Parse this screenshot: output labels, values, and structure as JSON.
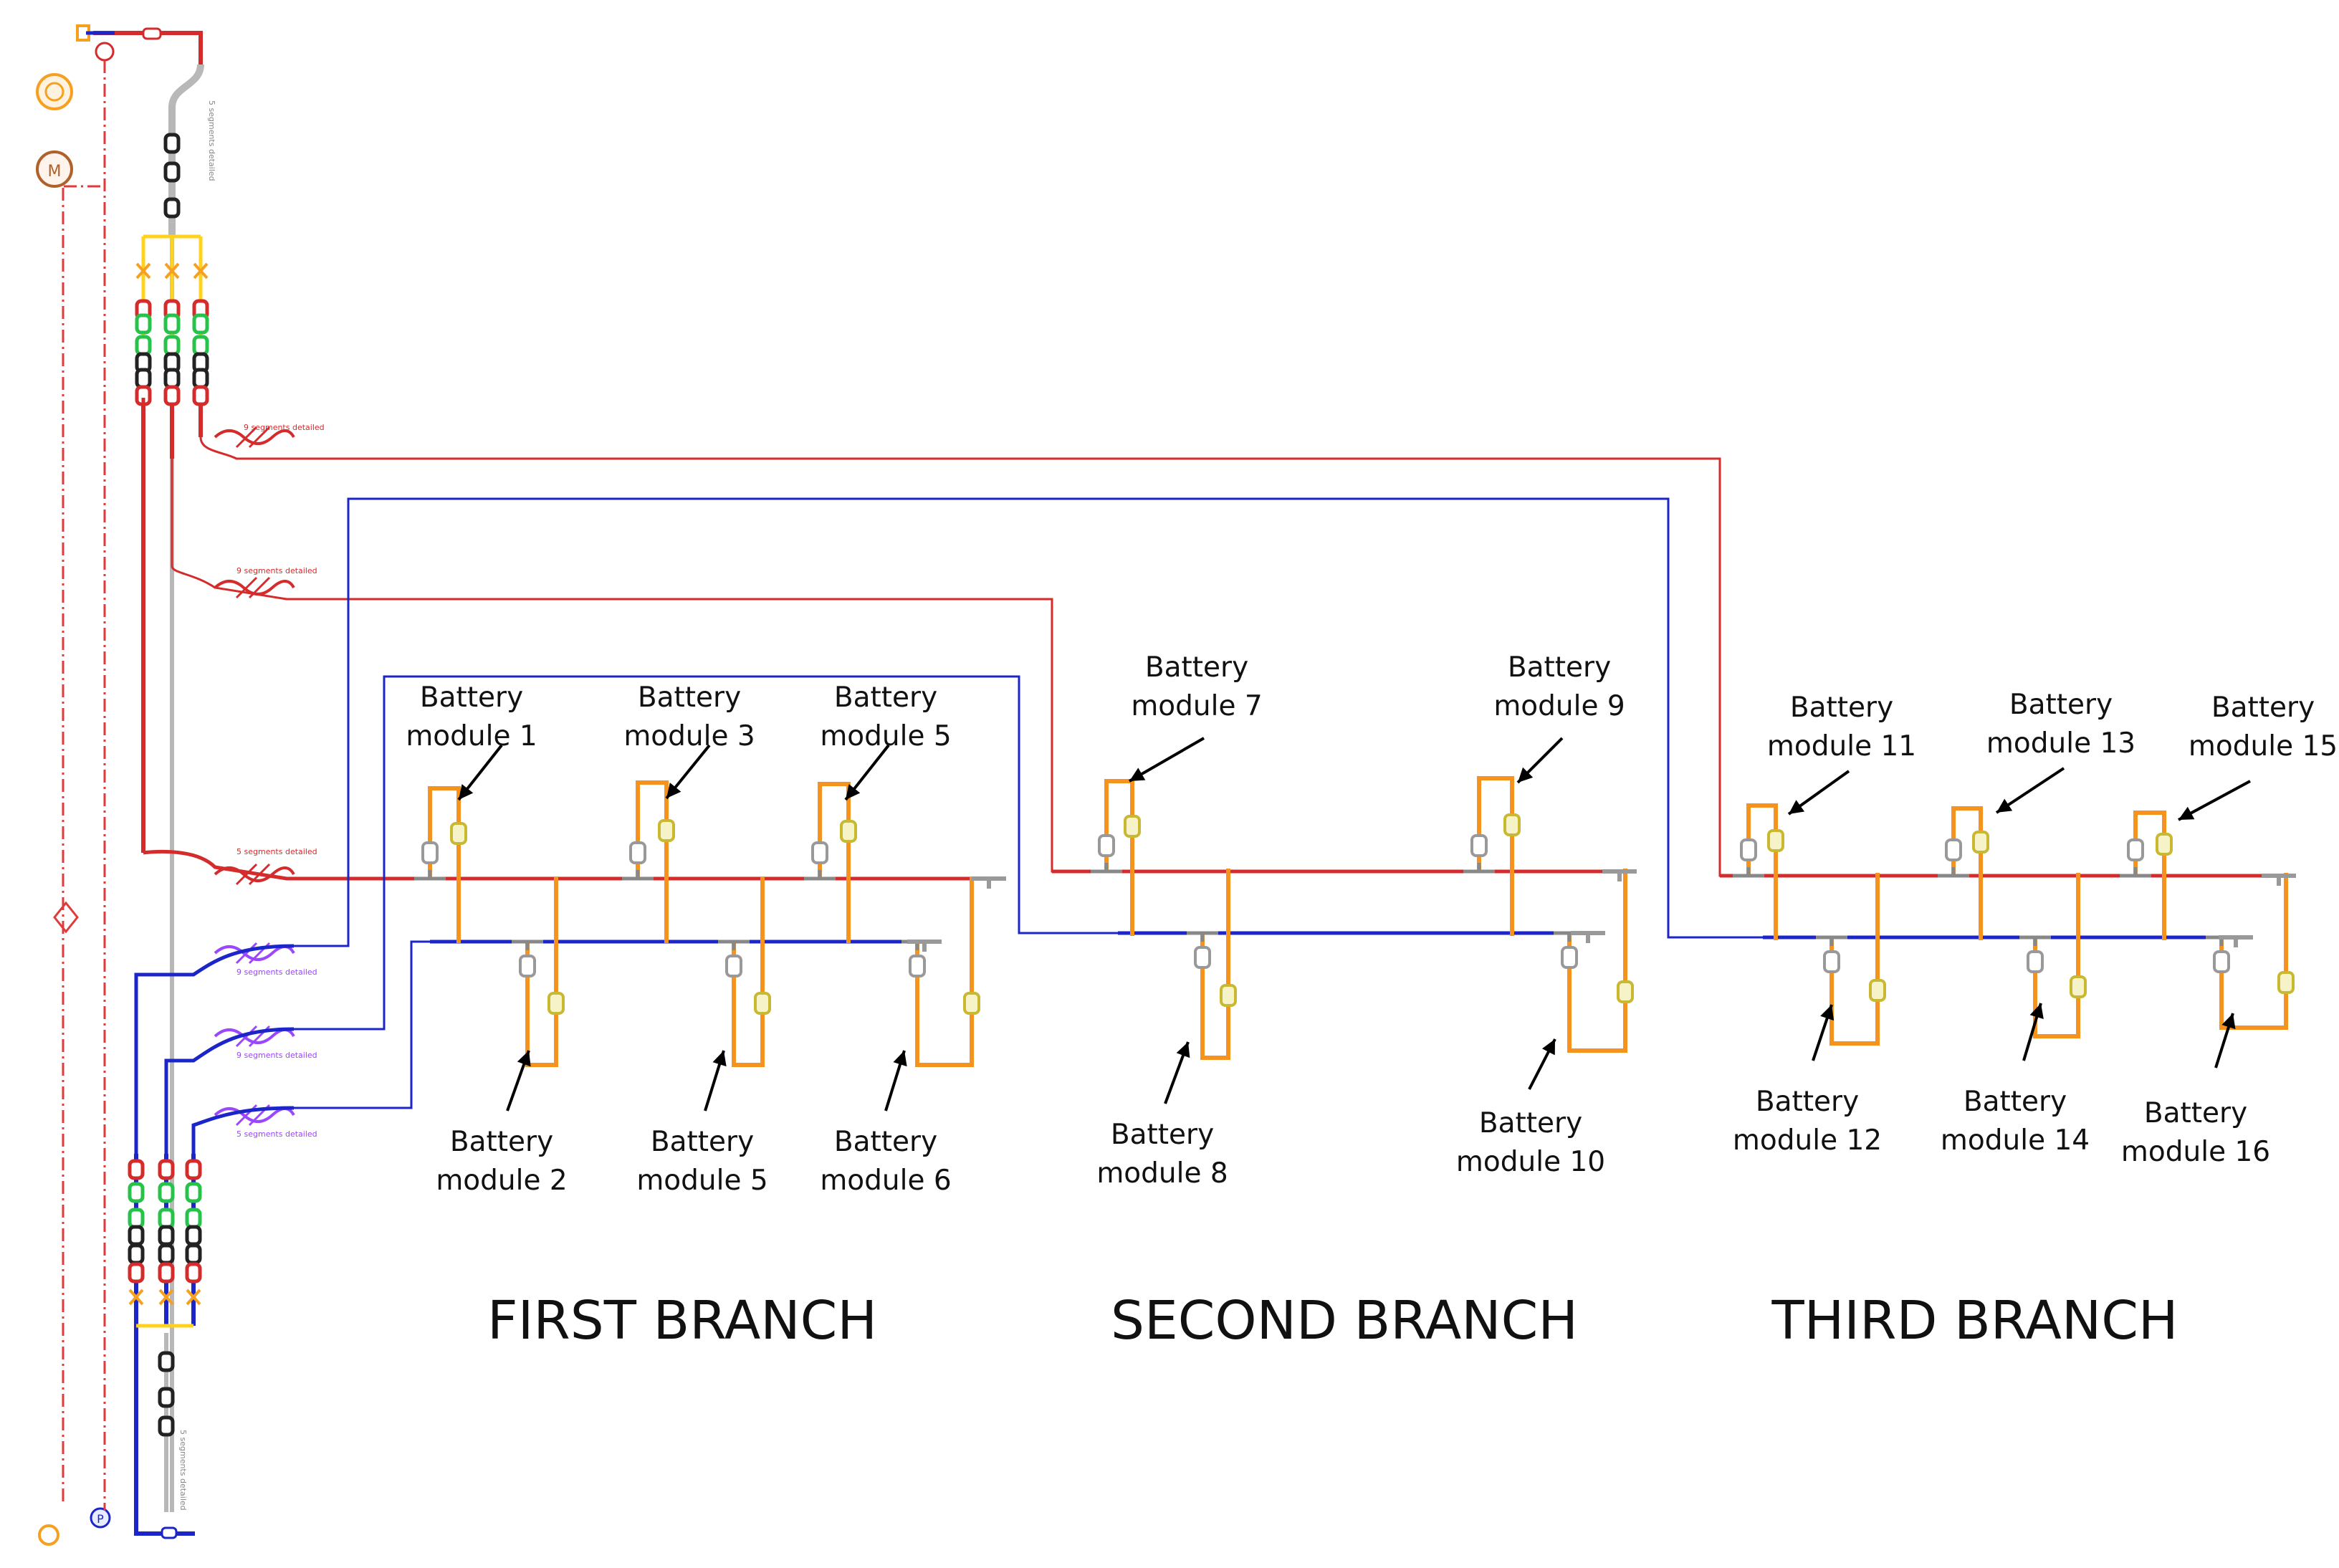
{
  "colors": {
    "hot": "#d42c2c",
    "cold": "#1c26c8",
    "module": "#f5931e",
    "violet": "#9b46ff",
    "red_dash": "#e03a3a",
    "green": "#27c24a",
    "yellow": "#ffd21e"
  },
  "left_icons": {
    "top_icon_label": "M",
    "pump_label": "P"
  },
  "pipe_labels": {
    "hot_1": "9 segments detailed",
    "hot_2": "9 segments detailed",
    "hot_3": "5 segments detailed",
    "cold_1": "9 segments detailed",
    "cold_2": "9 segments detailed",
    "cold_3": "5 segments detailed",
    "top_vertical": "5 segments detailed",
    "bottom_vertical": "5 segments detailed"
  },
  "modules": [
    {
      "line1": "Battery",
      "line2": "module 1"
    },
    {
      "line1": "Battery",
      "line2": "module 2"
    },
    {
      "line1": "Battery",
      "line2": "module 3"
    },
    {
      "line1": "Battery",
      "line2": "module 5"
    },
    {
      "line1": "Battery",
      "line2": "module 5"
    },
    {
      "line1": "Battery",
      "line2": "module 6"
    },
    {
      "line1": "Battery",
      "line2": "module 7"
    },
    {
      "line1": "Battery",
      "line2": "module 8"
    },
    {
      "line1": "Battery",
      "line2": "module 9"
    },
    {
      "line1": "Battery",
      "line2": "module 10"
    },
    {
      "line1": "Battery",
      "line2": "module 11"
    },
    {
      "line1": "Battery",
      "line2": "module 12"
    },
    {
      "line1": "Battery",
      "line2": "module 13"
    },
    {
      "line1": "Battery",
      "line2": "module 14"
    },
    {
      "line1": "Battery",
      "line2": "module 15"
    },
    {
      "line1": "Battery",
      "line2": "module 16"
    }
  ],
  "branches": [
    {
      "title": "FIRST BRANCH"
    },
    {
      "title": "SECOND BRANCH"
    },
    {
      "title": "THIRD BRANCH"
    }
  ]
}
